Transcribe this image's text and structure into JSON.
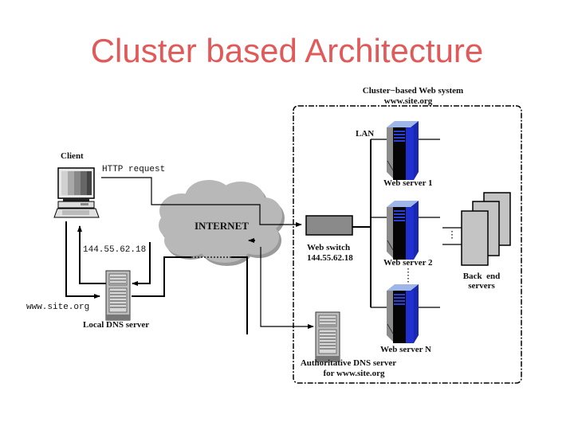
{
  "title": "Cluster based Architecture",
  "diagram": {
    "cluster": {
      "title": "Cluster−based Web system",
      "domain": "www.site.org",
      "lan_label": "LAN"
    },
    "client": {
      "label": "Client",
      "request_label": "HTTP request",
      "resolved_ip": "144.55.62.18",
      "query_domain": "www.site.org"
    },
    "local_dns": {
      "label": "Local DNS server"
    },
    "internet": {
      "label": "INTERNET"
    },
    "web_switch": {
      "label": "Web switch",
      "ip": "144.55.62.18"
    },
    "web_servers": [
      {
        "label": "Web server 1"
      },
      {
        "label": "Web server 2"
      },
      {
        "label": "Web server N"
      }
    ],
    "backend": {
      "label_line1": "Back  end",
      "label_line2": "servers"
    },
    "auth_dns": {
      "label_line1": "Authoritative DNS server",
      "label_line2": "for www.site.org"
    },
    "colors": {
      "title": "#e05a5a",
      "cloud": "#b8b8b8",
      "server_blue": "#1f2fd0",
      "server_gray": "#8c8c8c",
      "switch": "#8a8a8a",
      "backend": "#c4c4c4"
    }
  }
}
